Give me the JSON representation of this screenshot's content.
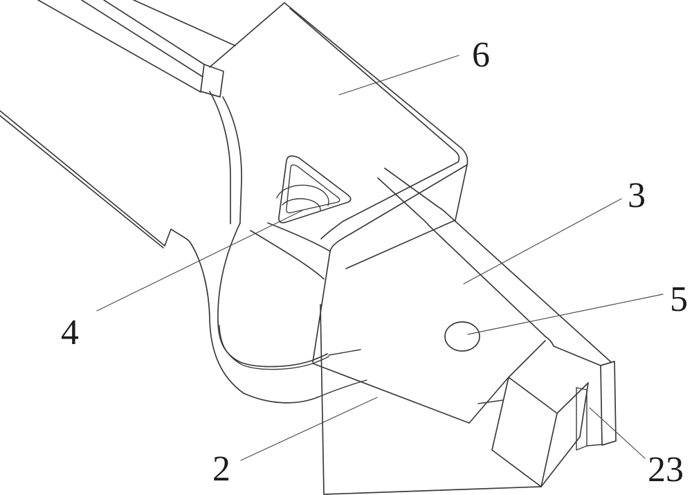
{
  "figure": {
    "type": "patent-line-drawing",
    "description": "Isometric technical line drawing of a hinge bracket assembly",
    "background_color": "#ffffff",
    "ink_color": "#3a3a3a",
    "labels": [
      {
        "id": "ref-6",
        "text": "6"
      },
      {
        "id": "ref-3",
        "text": "3"
      },
      {
        "id": "ref-5",
        "text": "5"
      },
      {
        "id": "ref-4",
        "text": "4"
      },
      {
        "id": "ref-2",
        "text": "2"
      },
      {
        "id": "ref-23",
        "text": "23"
      }
    ]
  }
}
